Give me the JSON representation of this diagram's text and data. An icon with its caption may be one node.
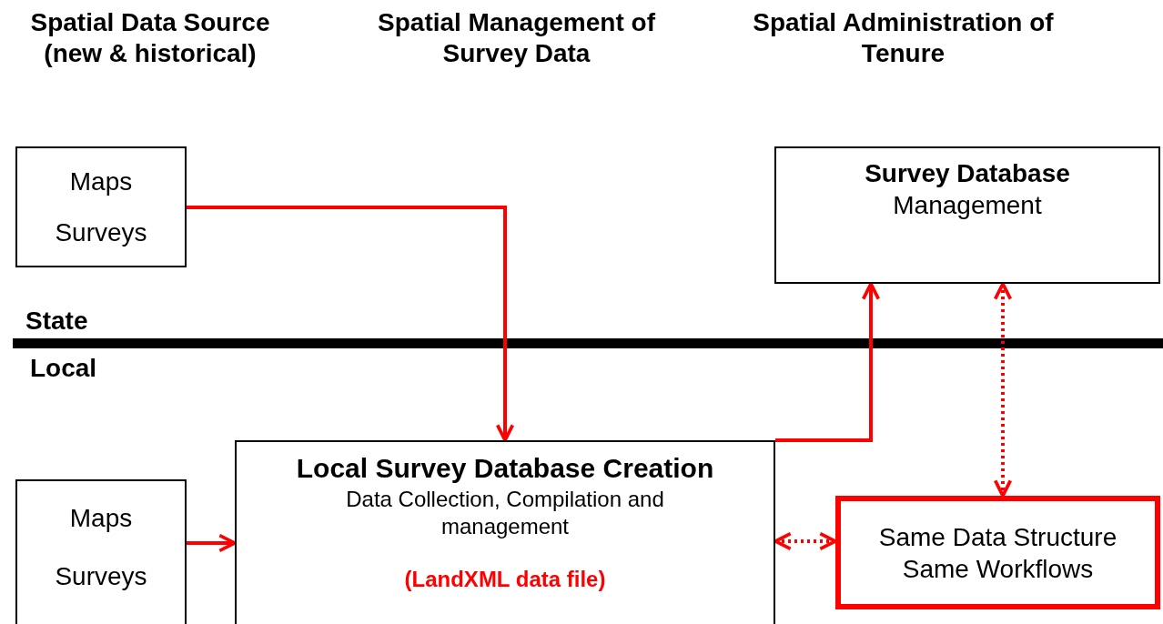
{
  "diagram": {
    "nodes": [
      {
        "text": [
          "Maps",
          "Surveys"
        ]
      },
      {
        "text": [
          "Survey Database",
          "Management"
        ]
      },
      {
        "text": [
          "Maps",
          "Surveys"
        ]
      },
      {
        "text": [
          "Local Survey Database Creation",
          "Data Collection, Compilation and management",
          "(LandXML data file)"
        ]
      },
      {
        "text": [
          "Same Data Structure",
          "Same Workflows"
        ]
      }
    ],
    "edges": [
      {
        "from": 0,
        "to": 3,
        "arrow": "to"
      },
      {
        "from": 2,
        "to": 3,
        "arrow": "to"
      },
      {
        "from": 3,
        "to": 1,
        "arrow": "to"
      },
      {
        "from": 1,
        "to": 4,
        "arrow": "both",
        "style": "dashed"
      },
      {
        "from": 3,
        "to": 4,
        "arrow": "both",
        "style": "dashed"
      }
    ],
    "labels": [
      "Spatial Data Source (new & historical)",
      "Spatial Management of Survey Data",
      "Spatial Administration of Tenure",
      "State",
      "Local"
    ]
  }
}
